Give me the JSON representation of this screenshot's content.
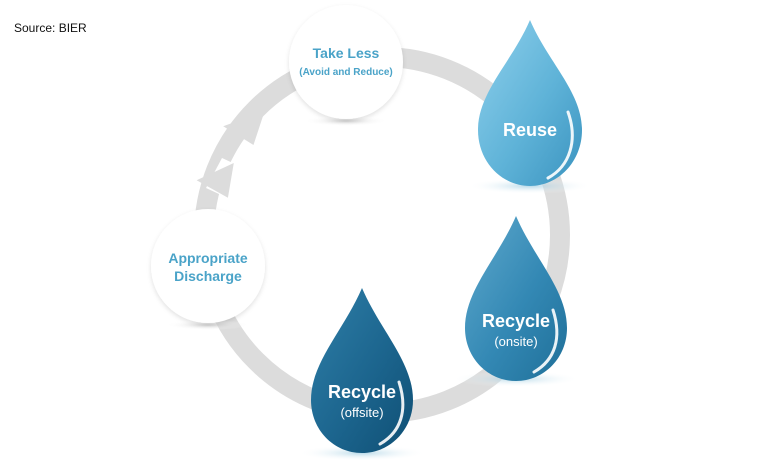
{
  "source": "Source: BIER",
  "colors": {
    "ring": "#dcdcdc",
    "circle_fill": "#ffffff",
    "circle_text": "#4aa3c8",
    "drop_light": "#5fb3d8",
    "drop_mid": "#3f93bb",
    "drop_dark": "#1e6f96"
  },
  "steps": {
    "take_less": {
      "title": "Take Less",
      "subtitle": "(Avoid and Reduce)"
    },
    "reuse": {
      "title": "Reuse"
    },
    "recycle_onsite": {
      "title": "Recycle",
      "subtitle": "(onsite)"
    },
    "recycle_offsite": {
      "title": "Recycle",
      "subtitle": "(offsite)"
    },
    "appropriate_discharge": {
      "line1": "Appropriate",
      "line2": "Discharge"
    }
  }
}
